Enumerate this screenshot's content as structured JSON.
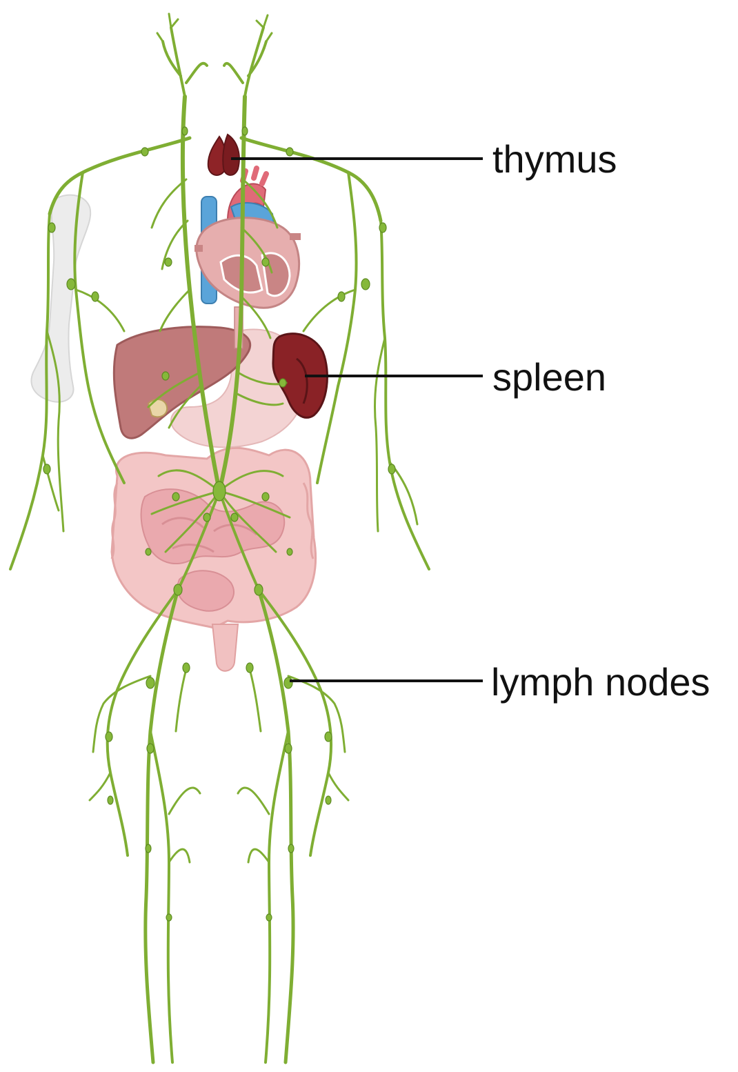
{
  "labels": {
    "thymus": "thymus",
    "spleen": "spleen",
    "lymph_nodes": "lymph nodes"
  },
  "colors": {
    "lymph_vessel": "#7fae33",
    "lymph_node": "#86b83a",
    "thymus": "#8e2327",
    "spleen": "#8a2226",
    "liver": "#c07a7a",
    "intestine": "#f0c3c3",
    "heart": "#e6aeae",
    "vein": "#5aa4d9",
    "artery": "#e06a78",
    "bone": "#e7e7e7",
    "leader_line": "#111111"
  }
}
